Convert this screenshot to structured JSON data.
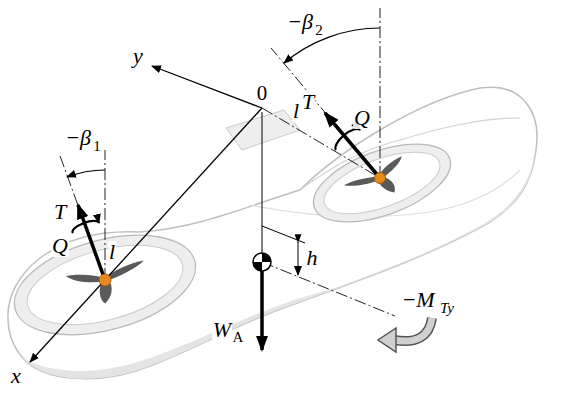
{
  "diagram": {
    "labels": [
      "−β",
      "2",
      "T",
      "Q",
      "l",
      "0",
      "y",
      "−β",
      "1",
      "T",
      "Q",
      "l",
      "x",
      "h",
      "−M",
      "Ty",
      "W",
      "A"
    ]
  }
}
